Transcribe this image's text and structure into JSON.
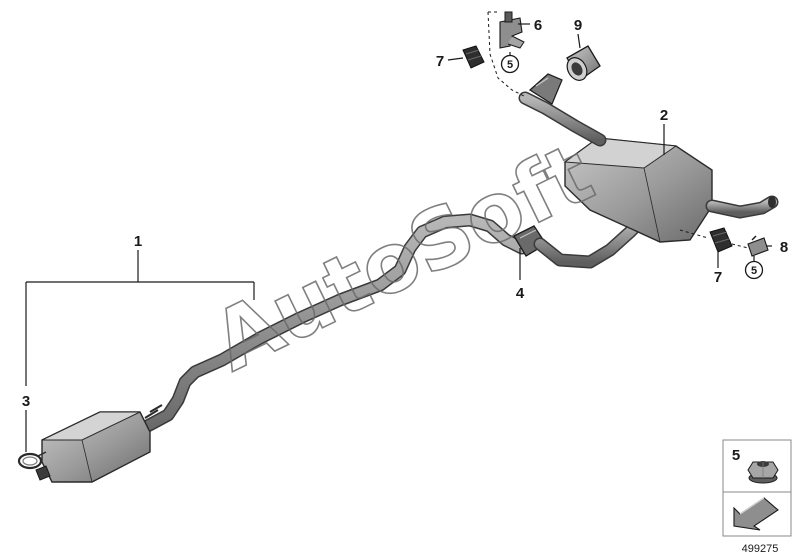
{
  "callouts": {
    "c1": "1",
    "c2": "2",
    "c3": "3",
    "c4": "4",
    "c5a": "5",
    "c5b": "5",
    "c6": "6",
    "c7a": "7",
    "c7b": "7",
    "c8": "8",
    "c9": "9"
  },
  "legend": {
    "nut_number": "5"
  },
  "watermark": "AutoSoft",
  "reference_number": "499275"
}
